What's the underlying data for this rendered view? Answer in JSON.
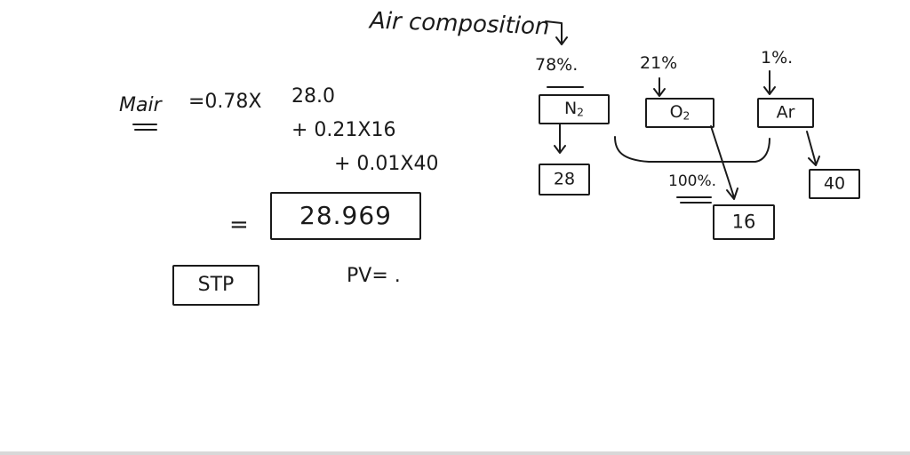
{
  "title": "Air composition",
  "formula": {
    "lhs": "Mair",
    "eq1": "=0.78X",
    "term1_value": "28.0",
    "term2": "+ 0.21X16",
    "term3": "+ 0.01X40",
    "equals": "=",
    "result": "28.969"
  },
  "stp_label": "STP",
  "pv_text": "PV= .",
  "composition": {
    "n2": {
      "percent": "78%.",
      "label": "N",
      "sub": "2",
      "mass": "28"
    },
    "o2": {
      "percent": "21%",
      "label": "O",
      "sub": "2",
      "mass": "16",
      "mass_percent": "100%."
    },
    "ar": {
      "percent": "1%.",
      "label": "Ar",
      "mass": "40"
    }
  },
  "colors": {
    "ink": "#1a1a1a",
    "background": "#ffffff",
    "bottom_bar": "#d8d8d8"
  }
}
